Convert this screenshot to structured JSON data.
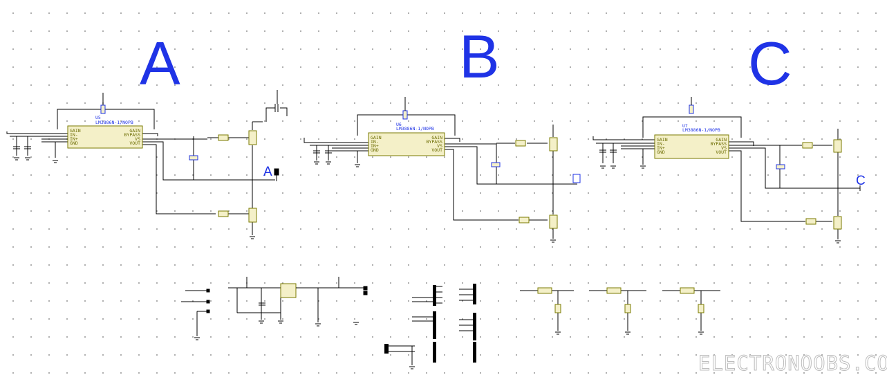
{
  "labels": {
    "a": "A",
    "b": "B",
    "c": "C"
  },
  "outputs": {
    "a": "A",
    "c": "C"
  },
  "watermark": "ELECTRONOOBS.COM",
  "colors": {
    "wire": "#000000",
    "component_body": "#f4f0c8",
    "component_outline": "#7a7a00",
    "pin_text": "#6b6b00",
    "net_text": "#1f33e6",
    "accent": "#1f33e6"
  },
  "amplifiers": [
    {
      "ref": "U5",
      "part": "LM3886N-1/NOPB",
      "pins_left": [
        "GAIN",
        "IN-",
        "IN+",
        "GND"
      ],
      "pins_right": [
        "GAIN",
        "BYPASS",
        "VS",
        "VOUT"
      ]
    },
    {
      "ref": "U6",
      "part": "LM3886N-1/NOPB",
      "pins_left": [
        "GAIN",
        "IN-",
        "IN+",
        "GND"
      ],
      "pins_right": [
        "GAIN",
        "BYPASS",
        "VS",
        "VOUT"
      ]
    },
    {
      "ref": "U7",
      "part": "LM3886N-1/NOPB",
      "pins_left": [
        "GAIN",
        "IN-",
        "IN+",
        "GND"
      ],
      "pins_right": [
        "GAIN",
        "BYPASS",
        "VS",
        "VOUT"
      ]
    }
  ]
}
